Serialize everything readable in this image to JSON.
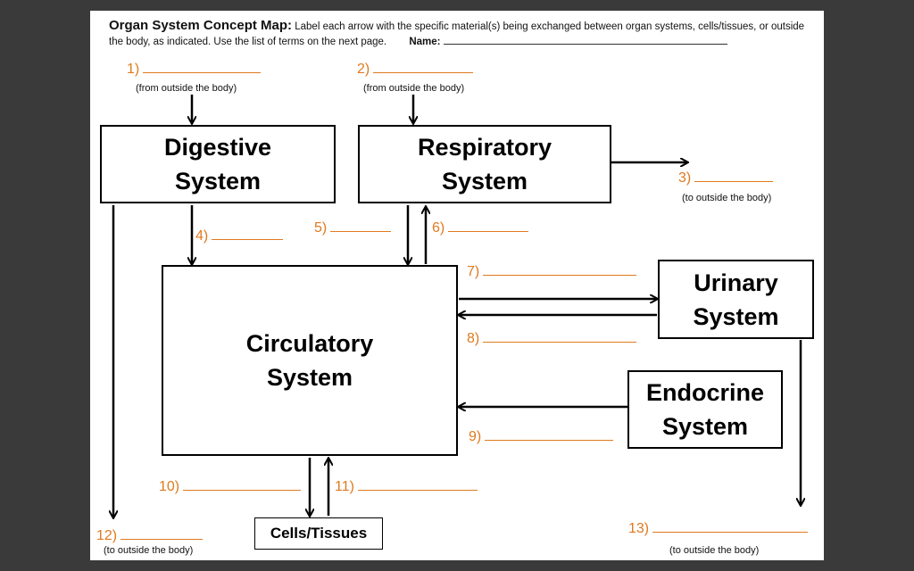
{
  "header": {
    "title": "Organ System Concept Map:",
    "instructions": "Label each arrow with the specific material(s) being exchanged between organ systems, cells/tissues, or outside the body, as indicated. Use the list of terms on the next page.",
    "name_label": "Name:"
  },
  "boxes": {
    "digestive": "Digestive\nSystem",
    "respiratory": "Respiratory\nSystem",
    "circulatory": "Circulatory\nSystem",
    "urinary": "Urinary\nSystem",
    "endocrine": "Endocrine\nSystem",
    "cells": "Cells/Tissues"
  },
  "labels": {
    "l1": "1)",
    "l2": "2)",
    "l3": "3)",
    "l4": "4)",
    "l5": "5)",
    "l6": "6)",
    "l7": "7)",
    "l8": "8)",
    "l9": "9)",
    "l10": "10)",
    "l11": "11)",
    "l12": "12)",
    "l13": "13)"
  },
  "notes": {
    "from_outside": "(from outside the body)",
    "to_outside": "(to outside the body)"
  },
  "colors": {
    "label": "#e07a1f",
    "background": "#3a3a3a"
  }
}
